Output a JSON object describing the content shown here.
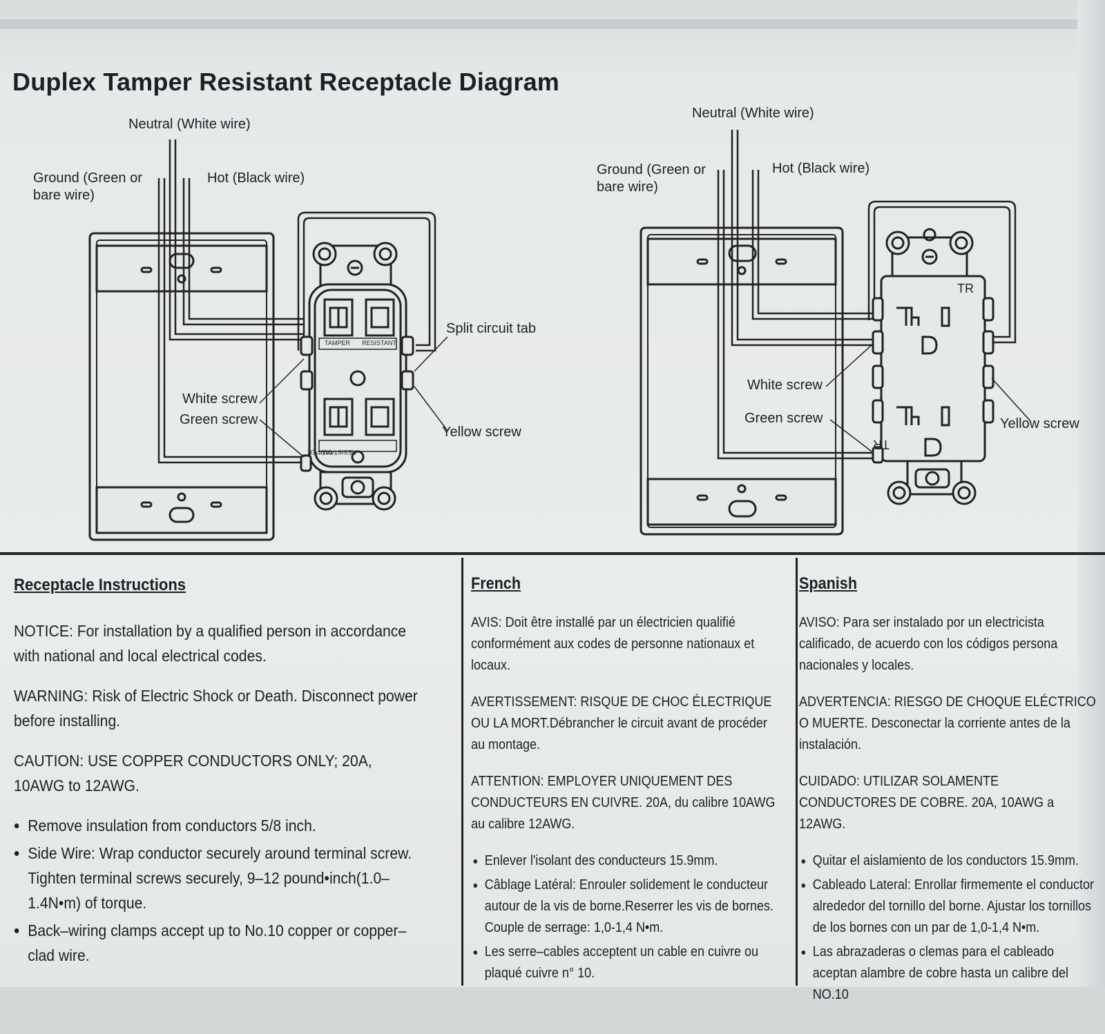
{
  "title": "Duplex Tamper Resistant Receptacle Diagram",
  "left_diagram": {
    "neutral": "Neutral (White wire)",
    "ground": "Ground (Green or\nbare wire)",
    "hot": "Hot (Black wire)",
    "split_tab": "Split circuit tab",
    "white_screw": "White screw",
    "green_screw": "Green screw",
    "yellow_screw": "Yellow screw",
    "face_top_left": "TAMPER",
    "face_top_right": "RESISTANT",
    "face_bottom_left": "RESISTANT",
    "face_bottom_right": "TAMPER"
  },
  "right_diagram": {
    "neutral": "Neutral (White wire)",
    "ground": "Ground (Green or\nbare wire)",
    "hot": "Hot (Black wire)",
    "white_screw": "White screw",
    "green_screw": "Green screw",
    "yellow_screw": "Yellow screw",
    "tr_top": "TR",
    "tr_bottom": "TR"
  },
  "english": {
    "heading": "Receptacle Instructions",
    "notice": "NOTICE: For installation by a qualified person in accordance with national and local electrical codes.",
    "warning": "WARNING: Risk of Electric Shock or Death. Disconnect power before installing.",
    "caution": "CAUTION: USE COPPER CONDUCTORS ONLY; 20A, 10AWG to 12AWG.",
    "bullets": [
      "Remove insulation from conductors 5/8 inch.",
      "Side Wire: Wrap conductor securely around terminal screw. Tighten terminal screws securely, 9–12 pound•inch(1.0–1.4N•m) of torque.",
      "Back–wiring clamps accept up to No.10 copper or copper–clad wire."
    ]
  },
  "french": {
    "heading": "French",
    "avis": "AVIS: Doit être installé par un électricien qualifié conformément aux codes de personne nationaux et locaux.",
    "avertissement": "AVERTISSEMENT: RISQUE DE CHOC ÉLECTRIQUE OU LA MORT.Débrancher le circuit avant de procéder au montage.",
    "attention": "ATTENTION: EMPLOYER UNIQUEMENT DES CONDUCTEURS EN CUIVRE. 20A, du calibre 10AWG au calibre 12AWG.",
    "bullets": [
      "Enlever l'isolant des conducteurs 15.9mm.",
      "Câblage Latéral: Enrouler solidement le conducteur autour de la vis de borne.Reserrer les vis de bornes. Couple de serrage: 1,0-1,4 N•m.",
      "Les serre–cables acceptent un cable en cuivre ou plaqué cuivre n° 10."
    ]
  },
  "spanish": {
    "heading": "Spanish",
    "aviso": "AVISO: Para ser instalado por un electricista calificado, de acuerdo con los códigos persona nacionales y locales.",
    "advertencia": "ADVERTENCIA: RIESGO DE CHOQUE ELÉCTRICO O MUERTE. Desconectar la corriente antes de la instalación.",
    "cuidado": "CUIDADO: UTILIZAR SOLAMENTE CONDUCTORES DE COBRE. 20A, 10AWG a 12AWG.",
    "bullets": [
      "Quitar el aislamiento de los conductors 15.9mm.",
      "Cableado Lateral: Enrollar firmemente el conductor alrededor del tornillo del borne. Ajustar los tornillos de los bornes con un par de 1,0-1,4 N•m.",
      "Las abrazaderas o clemas para el cableado aceptan alambre de cobre hasta un calibre del NO.10"
    ]
  }
}
